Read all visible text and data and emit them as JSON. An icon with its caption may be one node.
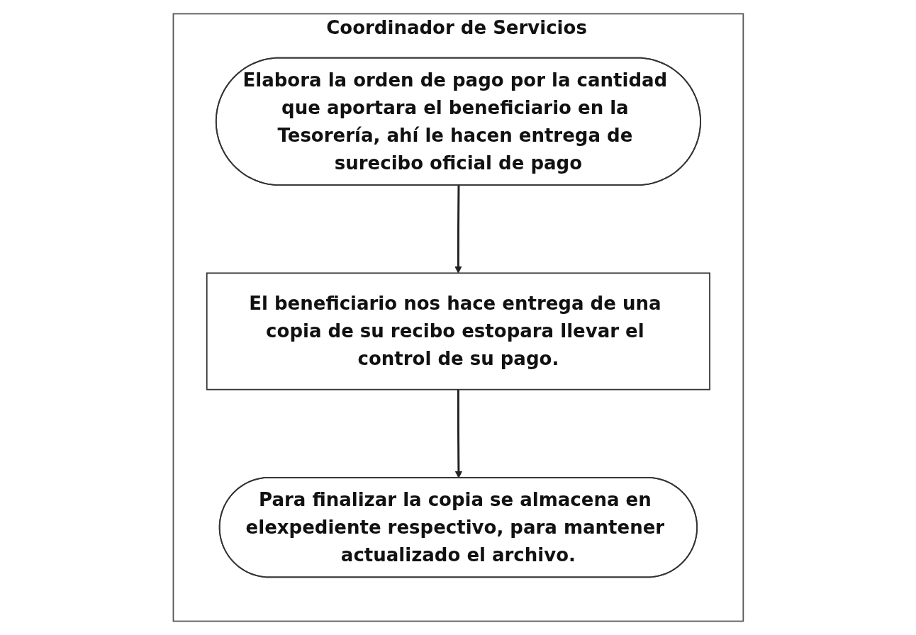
{
  "diagram": {
    "nodes": [
      {
        "text": [
          "Coordinador de Servicios"
        ]
      },
      {
        "text": [
          "Elabora la orden de pago por la cantidad que aportara el beneficiario en la Tesorería, ahí le hacen entrega de surecibo oficial de pago"
        ],
        "in": 0
      },
      {
        "text": [
          "El beneficiario nos hace entrega de una copia de su recibo estopara llevar el control de su pago."
        ],
        "in": 0
      },
      {
        "text": [
          "Para finalizar la copia se almacena en elexpediente respectivo, para mantener actualizado el archivo."
        ],
        "in": 0
      }
    ],
    "edges": [
      {
        "from": 1,
        "to": 2,
        "arrow": "to"
      },
      {
        "from": 2,
        "to": 3,
        "arrow": "to"
      }
    ]
  }
}
